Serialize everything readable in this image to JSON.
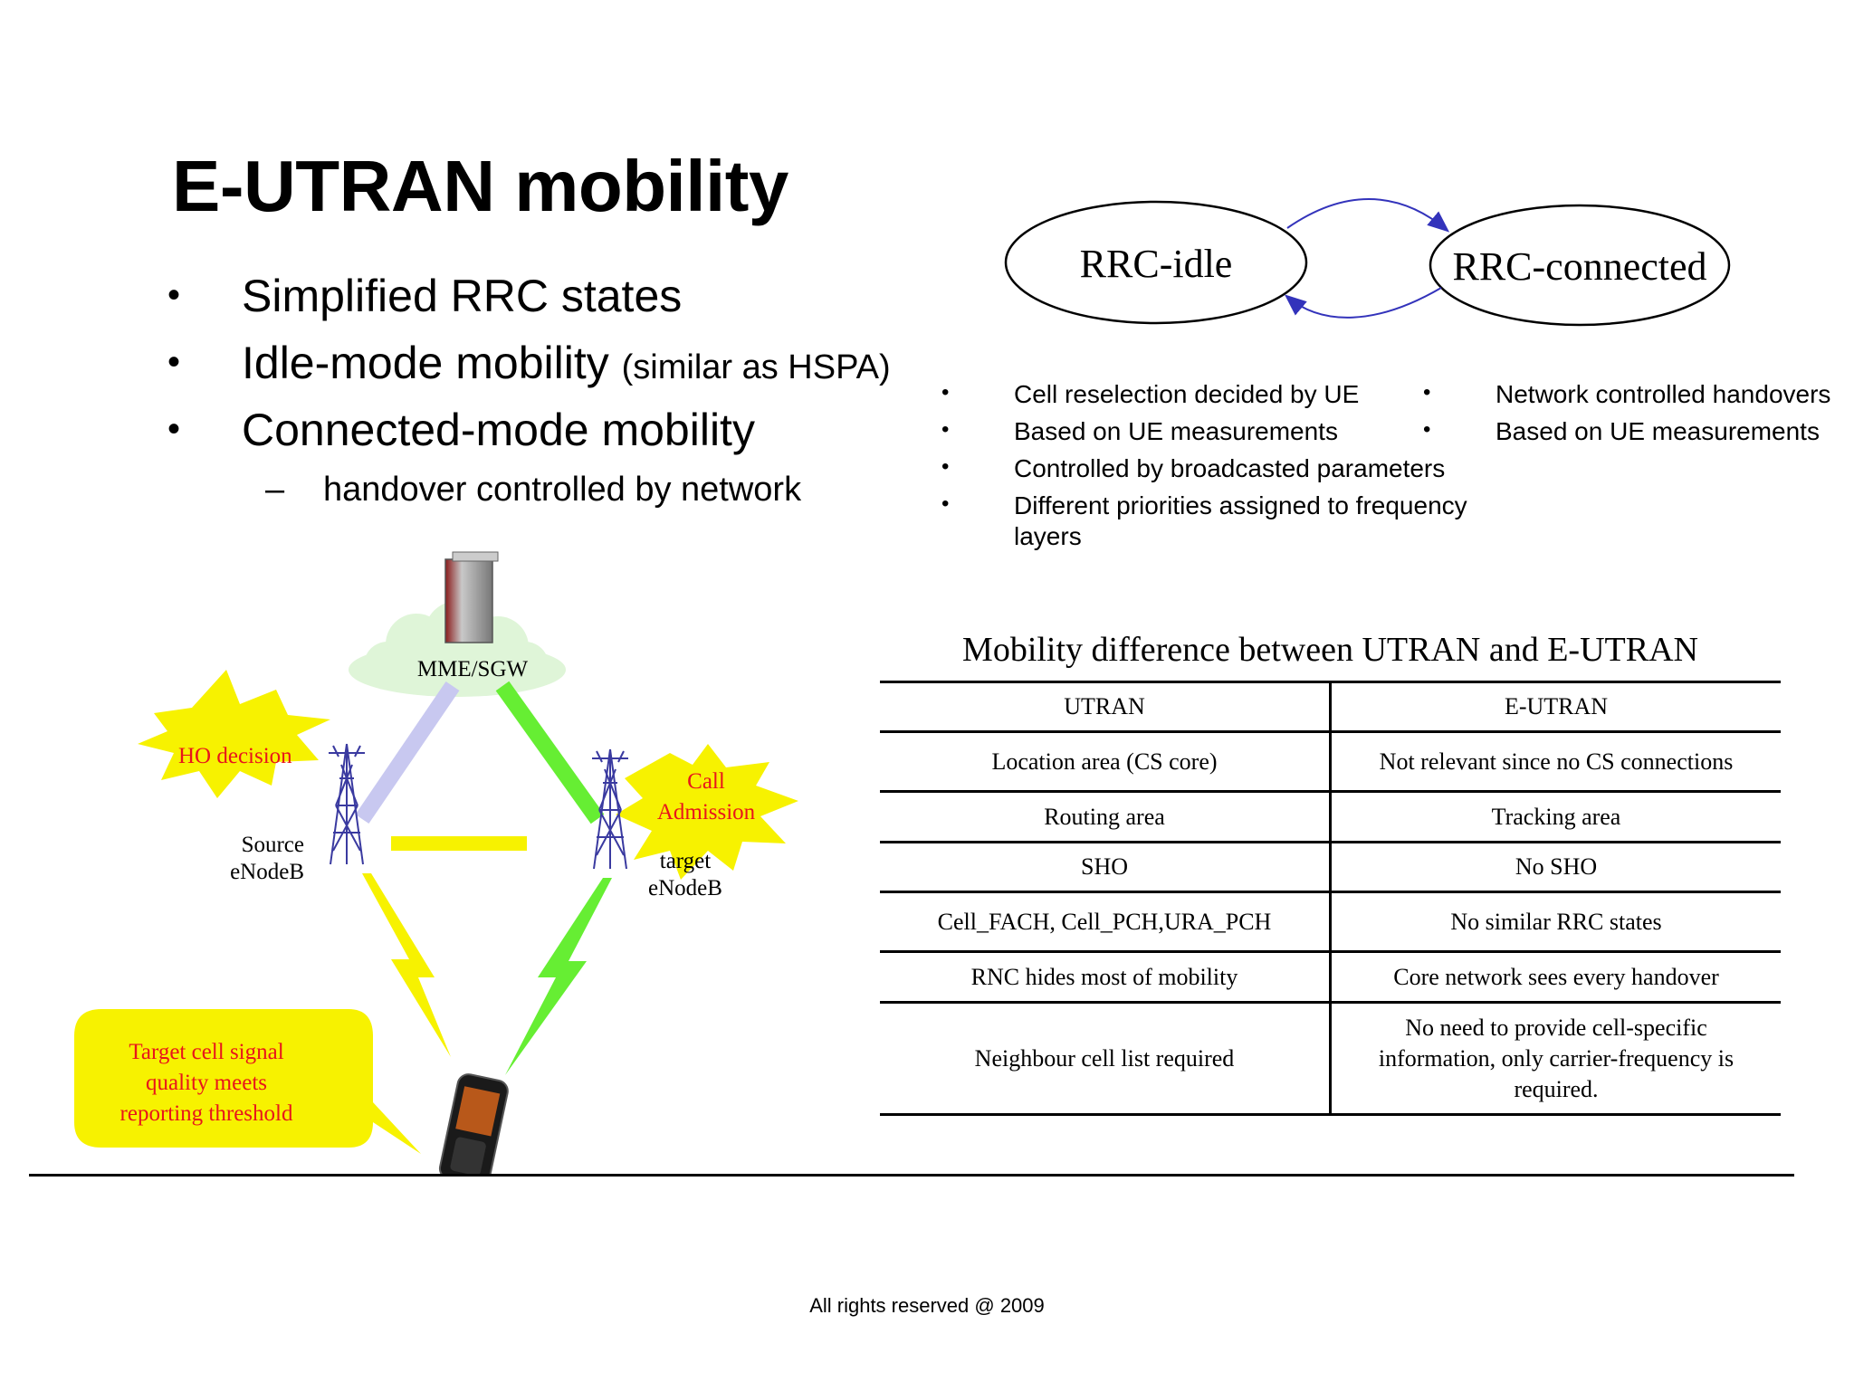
{
  "slide": {
    "title": "E-UTRAN mobility",
    "bullets": [
      {
        "text": "Simplified RRC states"
      },
      {
        "text": "Idle-mode mobility",
        "note": "(similar as HSPA)"
      },
      {
        "text": "Connected-mode mobility"
      }
    ],
    "sub_bullet": "handover controlled by network",
    "bullet_marker": "•",
    "dash_marker": "–"
  },
  "rrc_diagram": {
    "idle_label": "RRC-idle",
    "connected_label": "RRC-connected",
    "arrow_color": "#3333bb",
    "idle_points": [
      "Cell reselection decided by UE",
      "Based on UE  measurements",
      "Controlled by broadcasted parameters",
      "Different priorities assigned to frequency",
      "layers"
    ],
    "connected_points": [
      "Network controlled handovers",
      "Based on UE measurements"
    ]
  },
  "handover_diagram": {
    "core_label": "MME/SGW",
    "source_label_1": "Source",
    "source_label_2": "eNodeB",
    "target_label_1": "target",
    "target_label_2": "eNodeB",
    "ho_decision": "HO decision",
    "call_admission_1": "Call",
    "call_admission_2": "Admission",
    "callout_1": "Target cell signal",
    "callout_2": "quality meets",
    "callout_3": "reporting threshold",
    "colors": {
      "red_text": "#e8151b",
      "yellow": "#f7f200",
      "green": "#66ee33",
      "lavender": "#c8c8f0",
      "cloud": "#dff5d8"
    }
  },
  "table": {
    "title": "Mobility difference between UTRAN and  E-UTRAN",
    "headers": [
      "UTRAN",
      "E-UTRAN"
    ],
    "rows": [
      [
        "Location area (CS core)",
        "Not relevant since no CS connections"
      ],
      [
        "Routing area",
        "Tracking area"
      ],
      [
        "SHO",
        "No SHO"
      ],
      [
        "Cell_FACH, Cell_PCH,URA_PCH",
        "No similar RRC states"
      ],
      [
        "RNC hides most of mobility",
        "Core network sees every handover"
      ],
      [
        "Neighbour cell list required",
        [
          "No need to provide cell-specific",
          "information, only carrier-frequency is",
          "required."
        ]
      ]
    ]
  },
  "footer": "All rights reserved @ 2009"
}
